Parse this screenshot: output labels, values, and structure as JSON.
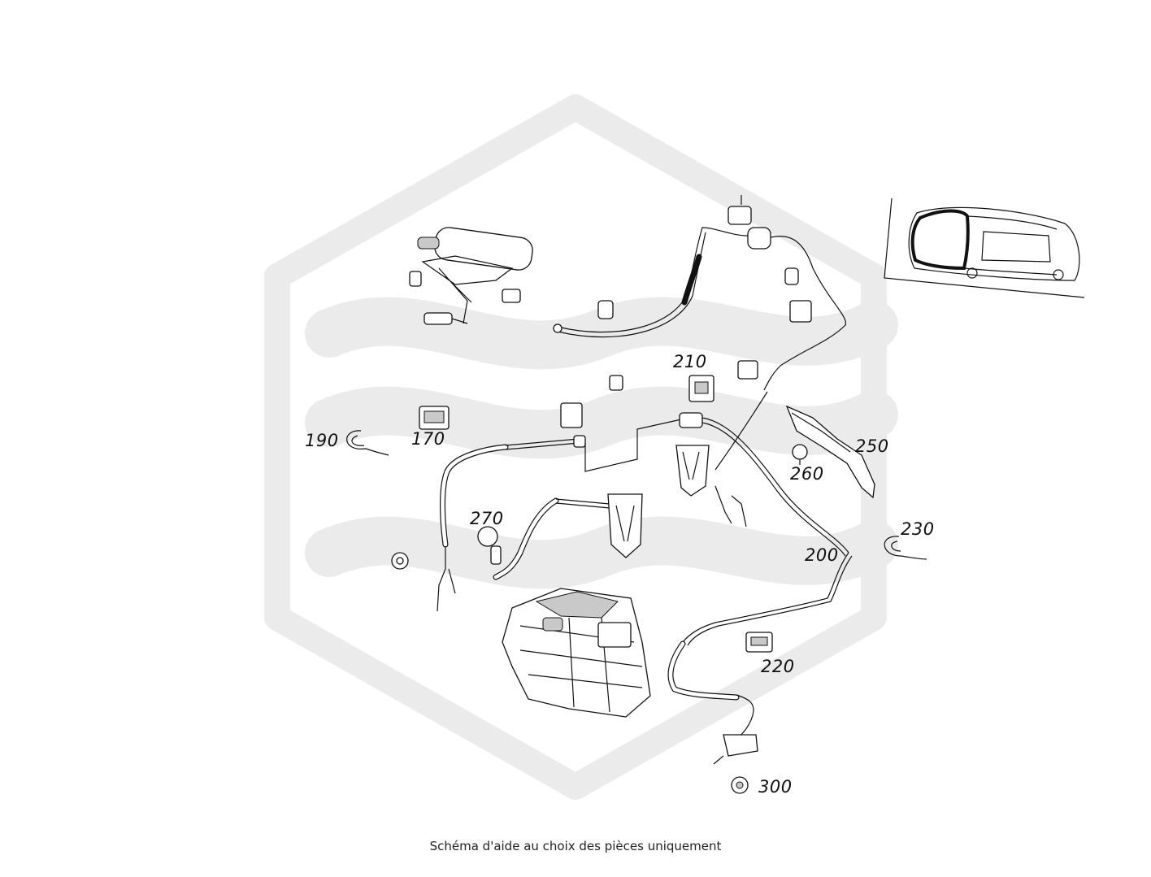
{
  "diagram": {
    "part_labels": [
      "190",
      "170",
      "210",
      "250",
      "260",
      "270",
      "230",
      "200",
      "220",
      "300"
    ],
    "caption": "Schéma d'aide au choix des pièces uniquement",
    "watermark_color": "#ebebeb",
    "line_color": "#111111"
  }
}
